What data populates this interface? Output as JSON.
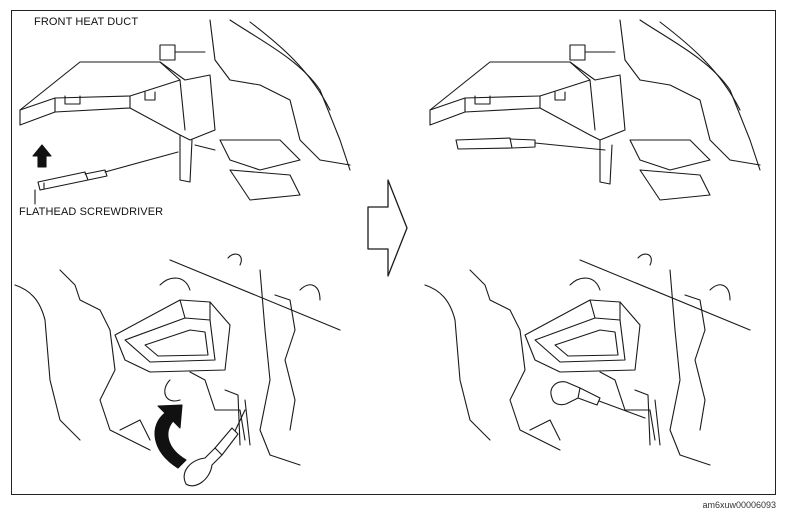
{
  "labels": {
    "front_heat_duct": "FRONT HEAT DUCT",
    "flathead_screwdriver": "FLATHEAD SCREWDRIVER"
  },
  "figure_id": "am6xuw00006093",
  "colors": {
    "line": "#1a1a1a",
    "background": "#ffffff",
    "arrow_fill": "#111111"
  },
  "icons": {
    "process_arrow": "right-arrow-outline-icon",
    "lift_arrow": "up-arrow-solid-icon",
    "rotate_arrow": "curved-arrow-icon"
  }
}
